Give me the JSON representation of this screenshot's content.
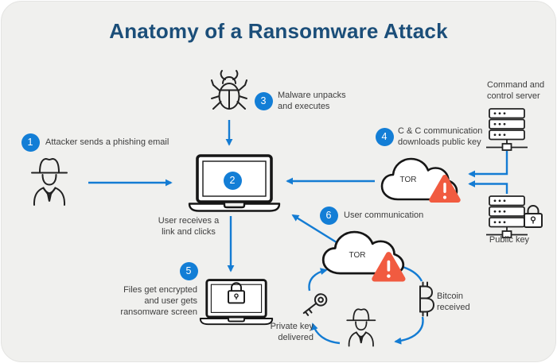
{
  "title": "Anatomy of a Ransomware Attack",
  "steps": [
    {
      "num": "1",
      "label": "Attacker sends a phishing email"
    },
    {
      "num": "2",
      "label": ""
    },
    {
      "num": "3",
      "label": "Malware unpacks\nand executes"
    },
    {
      "num": "4",
      "label": "C & C communication\ndownloads public key"
    },
    {
      "num": "5",
      "label": "Files get encrypted\nand user gets\nransomware screen"
    },
    {
      "num": "6",
      "label": "User communication"
    }
  ],
  "labels": {
    "user_receives": "User receives a\nlink and clicks",
    "command_control": "Command and\ncontrol server",
    "public_key": "Public key",
    "tor_top": "TOR",
    "tor_bottom": "TOR",
    "bitcoin": "Bitcoin\nreceived",
    "private_key": "Private key\ndelivered"
  },
  "icons": {
    "attacker": "spy-icon",
    "malware": "bug-icon",
    "user_device": "laptop-icon",
    "ransom_screen": "locked-laptop-icon",
    "anonymity_network": "tor-cloud-icon",
    "alert": "warning-triangle-icon",
    "server": "server-icon",
    "public_key_lock": "padlock-icon",
    "private_key": "key-icon",
    "payment": "bitcoin-icon"
  },
  "colors": {
    "accent_blue": "#137ed6",
    "title_navy": "#1b4e79",
    "warning_red": "#f15b40",
    "card_bg": "#f0f0ee",
    "label_text": "#3d3d3d",
    "icon_stroke": "#1c1c1c"
  }
}
